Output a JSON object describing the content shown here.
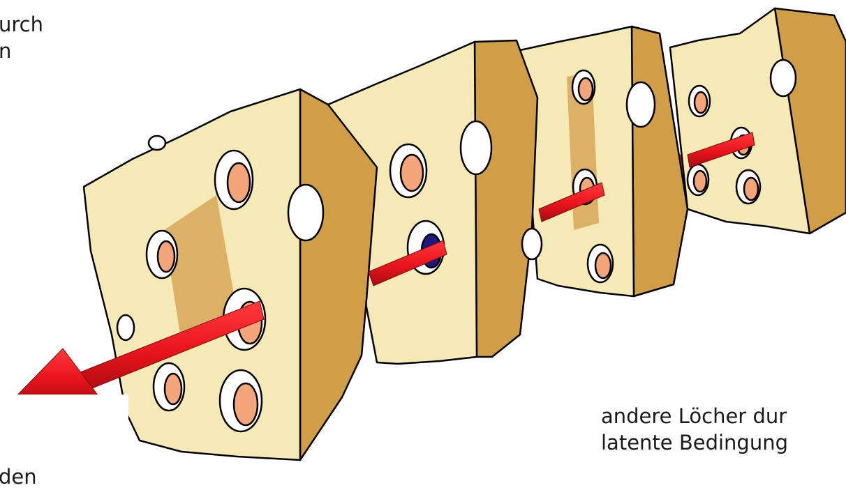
{
  "labels": {
    "top_left": [
      "urch",
      "n"
    ],
    "bottom_right": [
      "andere Löcher dur",
      "latente Bedingung"
    ],
    "bottom_left": "den"
  },
  "colors": {
    "cheese_face": "#f5e9b5",
    "cheese_side": "#cf9e46",
    "hole_fill": "#f5a57a",
    "arrow": "#e8141b",
    "outline": "#000000"
  }
}
